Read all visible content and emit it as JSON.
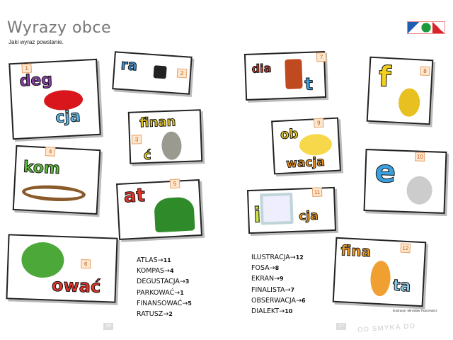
{
  "header": {
    "title": "Wyrazy obce",
    "subtitle": "Jaki wyraz powstanie."
  },
  "cards": [
    {
      "number": "1",
      "parts": [
        "DEG",
        "CJA"
      ]
    },
    {
      "number": "2",
      "parts": [
        "RA"
      ]
    },
    {
      "number": "3",
      "parts": [
        "FINAN",
        "Ć"
      ]
    },
    {
      "number": "4",
      "parts": [
        "KOM"
      ]
    },
    {
      "number": "5",
      "parts": [
        "AT"
      ]
    },
    {
      "number": "6",
      "parts": [
        "OWAĆ"
      ]
    },
    {
      "number": "7",
      "parts": [
        "DIA",
        "T"
      ]
    },
    {
      "number": "8",
      "parts": [
        "F"
      ]
    },
    {
      "number": "9",
      "parts": [
        "OB",
        "WACJA"
      ]
    },
    {
      "number": "10",
      "parts": [
        "E"
      ]
    },
    {
      "number": "11",
      "parts": [
        "I",
        "CJA"
      ]
    },
    {
      "number": "12",
      "parts": [
        "FINA",
        "TA"
      ]
    }
  ],
  "answers_left": [
    {
      "word": "ATLAS",
      "num": "11"
    },
    {
      "word": "KOMPAS",
      "num": "4"
    },
    {
      "word": "DEGUSTACJA",
      "num": "3"
    },
    {
      "word": "PARKOWAĆ",
      "num": "1"
    },
    {
      "word": "FINANSOWAĆ",
      "num": "5"
    },
    {
      "word": "RATUSZ",
      "num": "2"
    }
  ],
  "answers_right": [
    {
      "word": "ILUSTRACJA",
      "num": "12"
    },
    {
      "word": "FOSA",
      "num": "8"
    },
    {
      "word": "EKRAN",
      "num": "9"
    },
    {
      "word": "FINALISTA",
      "num": "7"
    },
    {
      "word": "OBSERWACJA",
      "num": "6"
    },
    {
      "word": "DIALEKT",
      "num": "10"
    }
  ],
  "arrow": "→",
  "footer": {
    "page_left": "26",
    "page_right": "27",
    "credit": "Ilustracje: Mirosław Tkaczewicz",
    "watermark": "OD SMYKA DO"
  },
  "colors": {
    "purple": "#8a3fa8",
    "blue": "#3aa0e0",
    "yellow": "#f4d21c",
    "green": "#5fbf3a",
    "red": "#e2362a",
    "orange": "#f39a1e"
  }
}
